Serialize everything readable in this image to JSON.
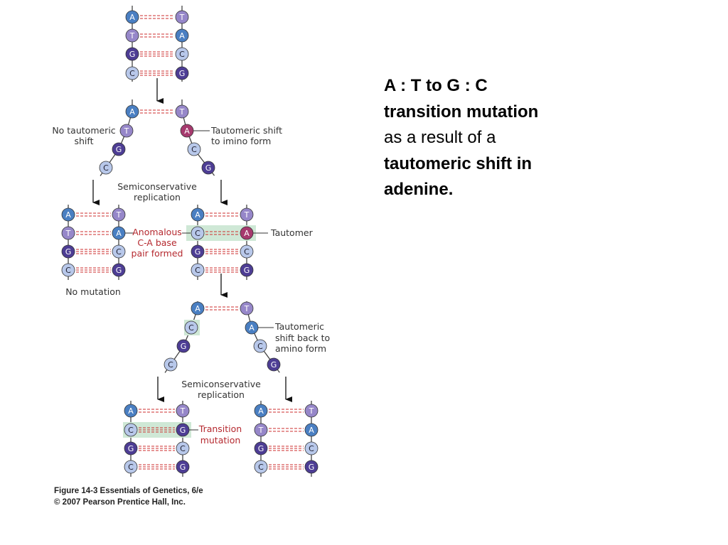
{
  "slide_text": {
    "line1": "A : T to G : C",
    "line2": "transition mutation",
    "line3": "as a result of a",
    "line4": "tautomeric shift in",
    "line5": "adenine."
  },
  "labels": {
    "no_tautomeric_shift_1": "No tautomeric",
    "no_tautomeric_shift_2": "shift",
    "tautomeric_shift_imino_1": "Tautomeric shift",
    "tautomeric_shift_imino_2": "to imino form",
    "semiconservative_1a": "Semiconservative",
    "semiconservative_1b": "replication",
    "anomalous_1": "Anomalous",
    "anomalous_2": "C-A base",
    "anomalous_3": "pair formed",
    "tautomer": "Tautomer",
    "no_mutation": "No mutation",
    "shift_back_1": "Tautomeric",
    "shift_back_2": "shift back to",
    "shift_back_3": "amino form",
    "semiconservative_2a": "Semiconservative",
    "semiconservative_2b": "replication",
    "transition_1": "Transition",
    "transition_2": "mutation"
  },
  "caption": {
    "line1": "Figure 14-3  Essentials of Genetics, 6/e",
    "line2": "© 2007 Pearson Prentice Hall, Inc."
  },
  "colors": {
    "A": "#4a7fc2",
    "T": "#9687c9",
    "G": "#4d3d94",
    "C": "#b8c8ea",
    "A_tautomer": "#a63a6e",
    "hydrogen_bond": "#cc2e2e",
    "highlight": "#cfe8d6"
  },
  "nucleotides": {
    "top_duplex": [
      "A-T",
      "T-A",
      "G-C",
      "C-G"
    ],
    "left_daughter": [
      "A-T",
      "T-A",
      "G-C",
      "C-G"
    ],
    "right_daughter": [
      "A-T",
      "C-A*",
      "G-C",
      "C-G"
    ],
    "final_left": [
      "A-T",
      "C-G",
      "G-C",
      "C-G"
    ],
    "final_right": [
      "A-T",
      "T-A",
      "G-C",
      "C-G"
    ]
  }
}
